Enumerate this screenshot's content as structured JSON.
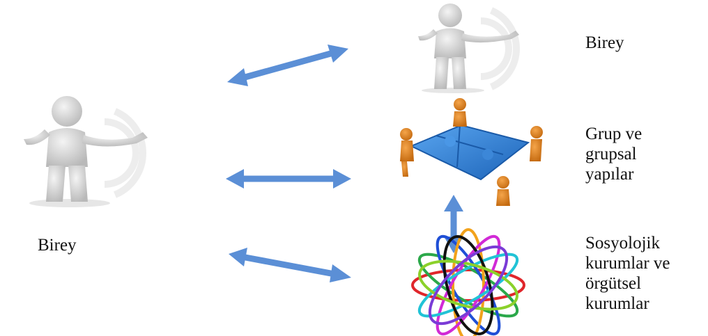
{
  "labels": {
    "left_person": "Birey",
    "right_person": "Birey",
    "group_lines": [
      "Grup ve",
      "grupsal",
      "yapılar"
    ],
    "institution_lines": [
      "Sosyolojik",
      "kurumlar ve",
      "örgütsel",
      "kurumlar"
    ]
  },
  "colors": {
    "arrow": "#5b8fd6",
    "person": "#d9d9d9",
    "puzzle": "#2e7fd8",
    "group_figure": "#e58a22",
    "watermark": "#ededed",
    "text": "#111111"
  },
  "icons": {
    "left_person": "person-presenting-icon",
    "right_person": "person-presenting-icon",
    "group": "team-puzzle-icon",
    "institutions": "orbit-rings-icon"
  }
}
